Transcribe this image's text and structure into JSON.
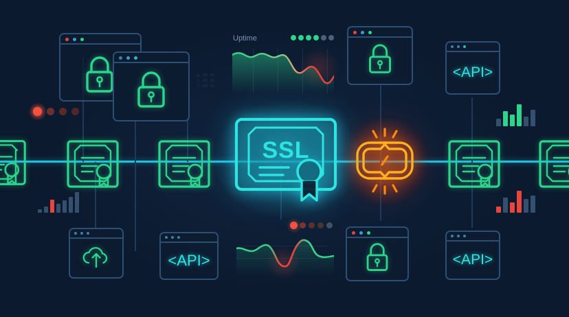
{
  "scene": {
    "title": "SSL Certificate Security Network Diagram",
    "background_color": "#0b1a2e",
    "accent_cyan": "#22d3ee",
    "accent_green": "#2dd48c",
    "accent_orange": "#ff9a1e",
    "accent_red": "#e8453c",
    "chrome_color": "#2d4f72"
  },
  "center": {
    "label": "SSL",
    "icon": "ssl-certificate-icon",
    "color": "#2fe3e0"
  },
  "broken_link": {
    "icon": "broken-chain-link-icon",
    "color": "#ffb020",
    "status": "broken"
  },
  "certificates": [
    {
      "name": "certificate-left-edge",
      "color": "#2dd48c"
    },
    {
      "name": "certificate-left-inner",
      "color": "#2dd48c"
    },
    {
      "name": "certificate-left-center",
      "color": "#2dd48c"
    },
    {
      "name": "certificate-right-center",
      "color": "#2dd48c"
    },
    {
      "name": "certificate-right-edge",
      "color": "#2dd48c"
    }
  ],
  "windows": [
    {
      "name": "window-padlock-top-left-back",
      "content": "padlock-icon",
      "dots": [
        "#e8453c",
        "#3f9ad6",
        "#2dd48c"
      ]
    },
    {
      "name": "window-padlock-top-left-front",
      "content": "padlock-icon",
      "dots": [
        "#3f7fa8",
        "#3f9ad6",
        "#2fb6c9"
      ]
    },
    {
      "name": "window-padlock-top-center",
      "content": "padlock-icon",
      "dots": [
        "#e8453c",
        "#3f9ad6",
        "#2dd48c"
      ]
    },
    {
      "name": "window-api-top-right",
      "content": "<API>",
      "dots": [
        "#3f7fa8",
        "#3f7fa8",
        "#2fb6c9"
      ]
    },
    {
      "name": "window-cloud-upload-bottom-left",
      "content": "cloud-upload-icon",
      "dots": [
        "#3f7fa8",
        "#3f7fa8",
        "#3f7fa8"
      ]
    },
    {
      "name": "window-api-bottom-center-left",
      "content": "<API>",
      "dots": [
        "#3f7fa8",
        "#3f7fa8",
        "#3f7fa8"
      ]
    },
    {
      "name": "window-padlock-bottom-center",
      "content": "padlock-icon",
      "dots": [
        "#e8453c",
        "#3f9ad6",
        "#2dd48c"
      ]
    },
    {
      "name": "window-api-bottom-right",
      "content": "<API>",
      "dots": [
        "#3f7fa8",
        "#3f7fa8",
        "#3f7fa8"
      ]
    }
  ],
  "uptime_panel": {
    "label": "Uptime",
    "status_dots": [
      "#2dd48c",
      "#2dd48c",
      "#2dd48c",
      "#2dd48c",
      "#4a6278",
      "#4a6278"
    ]
  },
  "alert_panel": {
    "status_dots": [
      "#f4513f",
      "#7a3530",
      "#5e2e2c",
      "#4a3330",
      "#46505e"
    ]
  },
  "status_dots_left": [
    "#f4513f",
    "#6d2f2c",
    "#5a2a28",
    "#52262a"
  ],
  "chart_data": [
    {
      "type": "area",
      "title": "Uptime",
      "xlabel": "",
      "ylabel": "",
      "ylim": [
        0,
        100
      ],
      "grid": true,
      "legend": "none",
      "x": [
        0,
        1,
        2,
        3,
        4,
        5,
        6,
        7,
        8,
        9,
        10,
        11,
        12,
        13,
        14,
        15,
        16,
        17,
        18
      ],
      "series": [
        {
          "name": "uptime",
          "values": [
            88,
            92,
            86,
            88,
            91,
            85,
            90,
            88,
            84,
            70,
            52,
            46,
            56,
            62,
            50,
            30,
            18,
            28,
            44
          ],
          "color_start": "#2dd48c",
          "color_end": "#e8453c"
        }
      ]
    },
    {
      "type": "line",
      "title": "",
      "xlabel": "",
      "ylabel": "",
      "ylim": [
        0,
        100
      ],
      "grid": false,
      "legend": "none",
      "x": [
        0,
        1,
        2,
        3,
        4,
        5,
        6,
        7,
        8,
        9,
        10,
        11,
        12,
        13,
        14
      ],
      "series": [
        {
          "name": "response",
          "values": [
            62,
            58,
            66,
            72,
            68,
            50,
            24,
            18,
            26,
            60,
            84,
            88,
            72,
            56,
            52
          ],
          "color_start": "#2dd48c",
          "color_end": "#e8453c"
        }
      ]
    },
    {
      "type": "bar",
      "title": "",
      "categories": [
        "1",
        "2",
        "3",
        "4",
        "5",
        "6",
        "7",
        "8"
      ],
      "values": [
        14,
        26,
        20,
        38,
        52,
        66,
        74,
        88
      ],
      "colors": [
        "#35506e",
        "#35506e",
        "#e8453c",
        "#35506e",
        "#35506e",
        "#35506e",
        "#35506e",
        "#35506e"
      ],
      "ylim": [
        0,
        100
      ]
    },
    {
      "type": "bar",
      "title": "",
      "categories": [
        "1",
        "2",
        "3",
        "4",
        "5",
        "6"
      ],
      "values": [
        26,
        62,
        48,
        90,
        40,
        66
      ],
      "colors": [
        "#35506e",
        "#2dd48c",
        "#2dd48c",
        "#2dd48c",
        "#35506e",
        "#35506e"
      ],
      "ylim": [
        0,
        100
      ]
    },
    {
      "type": "bar",
      "title": "",
      "categories": [
        "1",
        "2",
        "3",
        "4",
        "5",
        "6"
      ],
      "values": [
        24,
        62,
        40,
        88,
        56,
        70
      ],
      "colors": [
        "#e8453c",
        "#35506e",
        "#e8453c",
        "#e8453c",
        "#35506e",
        "#35506e"
      ],
      "ylim": [
        0,
        100
      ]
    }
  ]
}
